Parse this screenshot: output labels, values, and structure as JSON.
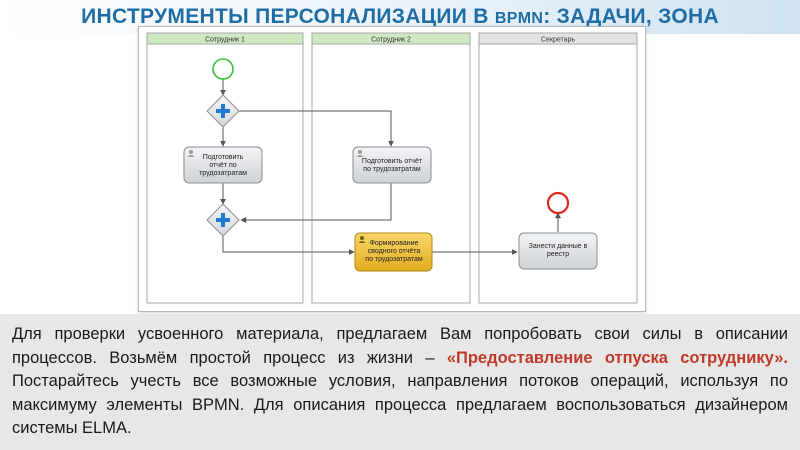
{
  "slide": {
    "title_part1": "ИНСТРУМЕНТЫ ПЕРСОНАЛИЗАЦИИ В ",
    "title_abbr": "BPMN",
    "title_part2": ": ЗАДАЧИ, ЗОНА"
  },
  "diagram": {
    "lanes": [
      {
        "label": "Сотрудник 1",
        "header_color": "#cfe9c3"
      },
      {
        "label": "Сотрудник 2",
        "header_color": "#cfe9c3"
      },
      {
        "label": "Секретарь",
        "header_color": "#e4e4e4"
      }
    ],
    "tasks": [
      {
        "lines": [
          "Подготовить",
          "отчёт по",
          "трудозатратам"
        ],
        "lane": "Сотрудник 1"
      },
      {
        "lines": [
          "Подготовить отчёт",
          "по трудозатратам"
        ],
        "lane": "Сотрудник 2"
      },
      {
        "lines": [
          "Формирование",
          "сводного отчёта",
          "по трудозатратам"
        ],
        "lane": "Сотрудник 2",
        "highlighted": true
      },
      {
        "lines": [
          "Занести данные в",
          "реестр"
        ],
        "lane": "Секретарь"
      }
    ],
    "gateways": [
      {
        "type": "parallel",
        "icon": "plus-icon"
      },
      {
        "type": "parallel",
        "icon": "plus-icon"
      }
    ],
    "events": [
      {
        "type": "start",
        "color": "#3fbf3f"
      },
      {
        "type": "end",
        "color": "#e0281c"
      }
    ],
    "colors": {
      "task_fill": "#e1e3e6",
      "task_highlight_fill": "#f2c33d",
      "gateway_fill": "#e4e6ea",
      "gateway_plus": "#1f7bd0"
    }
  },
  "text": {
    "part1": "Для проверки усвоенного материала, предлагаем Вам попробовать свои силы в описании процессов. Возьмём простой процесс из жизни – ",
    "highlight": "«Предоставление отпуска сотруднику».",
    "part2": " Постарайтесь учесть все возможные условия, направления потоков операций, используя по максимуму элементы BPMN. Для описания процесса предлагаем воспользоваться дизайнером системы ELMA."
  }
}
